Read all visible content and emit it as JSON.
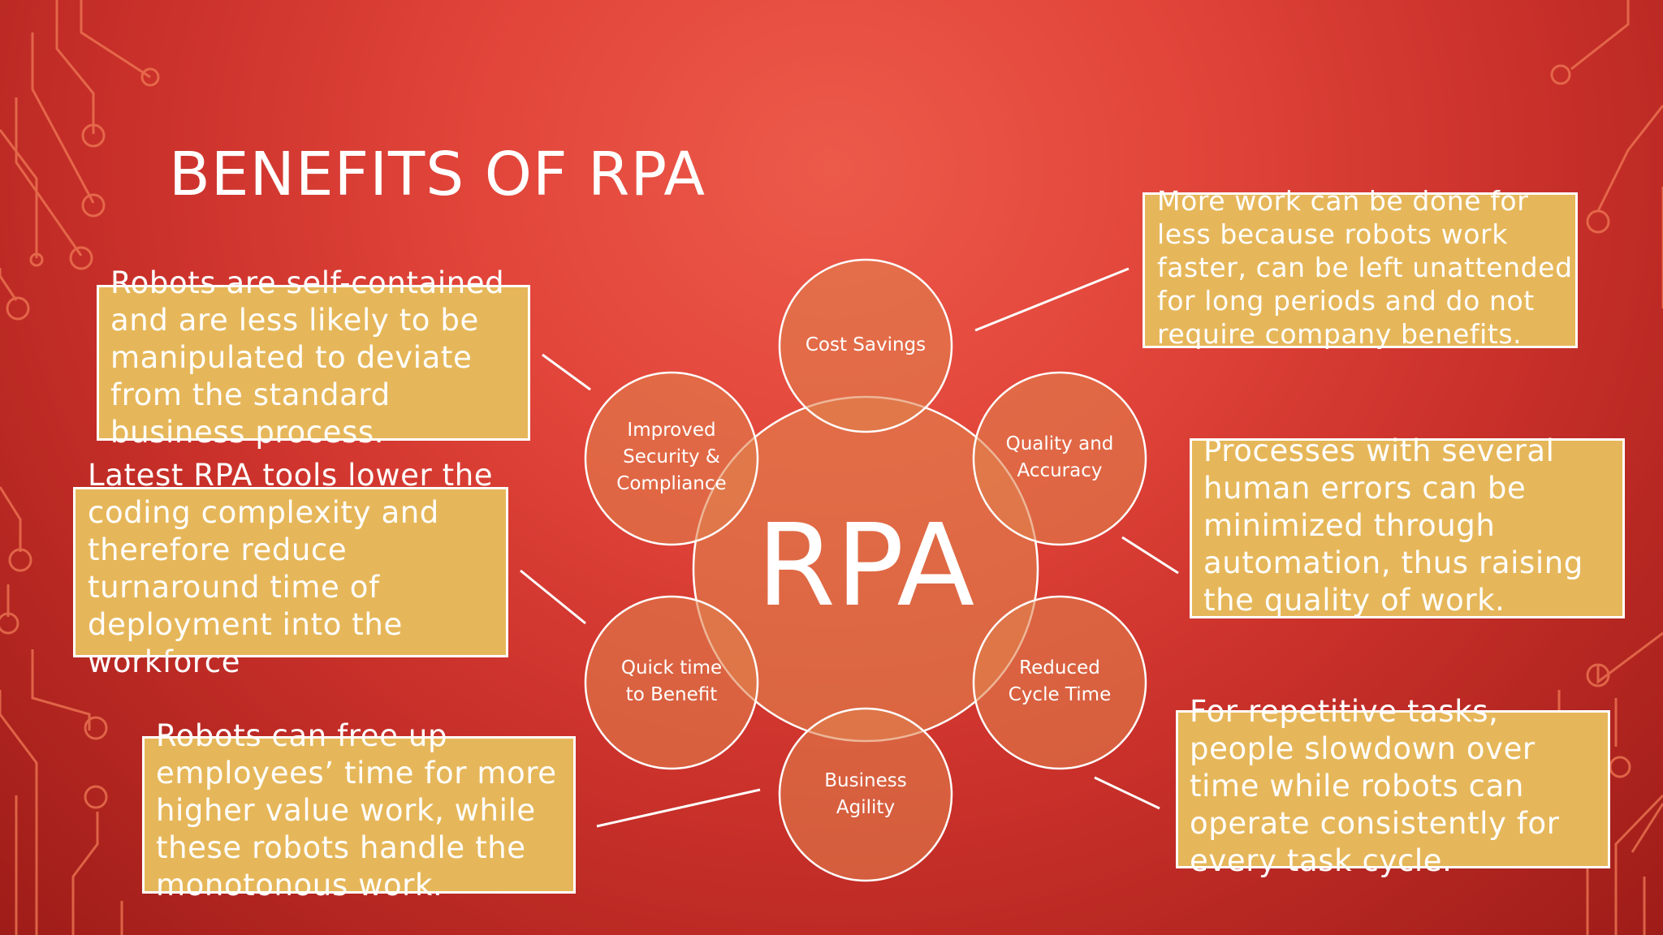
{
  "title": "BENEFITS OF RPA",
  "center": "RPA",
  "nodes": {
    "cost": "Cost Savings",
    "quality": "Quality and\nAccuracy",
    "cycle": "Reduced\nCycle Time",
    "agility": "Business\nAgility",
    "quick": "Quick time\nto Benefit",
    "security": "Improved\nSecurity &\nCompliance"
  },
  "callouts": {
    "security": "Robots are self-contained\nand are less likely to be\nmanipulated to deviate\nfrom the standard\nbusiness process.",
    "quick": "Latest RPA tools lower the\ncoding complexity and\ntherefore reduce\nturnaround time of\ndeployment into the\nworkforce",
    "agility": "Robots can free up\nemployees’ time for more\nhigher value work, while\nthese robots handle the\nmonotonous work.",
    "cost": "More work can be done for\nless because robots work\nfaster, can be left unattended\nfor long periods and do not\nrequire company benefits.",
    "quality": "Processes with several\nhuman errors can be\nminimized through\nautomation, thus raising\nthe quality of work.",
    "cycle": "For repetitive tasks,\npeople slowdown over\ntime while robots can\noperate consistently for\nevery task cycle."
  },
  "colors": {
    "box_fill": "#e6b75a",
    "circle_fill": "#e0824e",
    "line": "#ffffff"
  }
}
